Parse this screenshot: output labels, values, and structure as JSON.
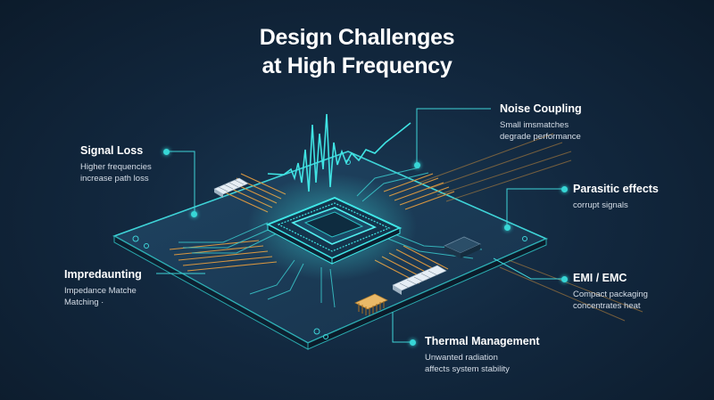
{
  "title": {
    "line1": "Design Challenges",
    "line2": "at High Frequency"
  },
  "callouts": {
    "signal_loss": {
      "heading": "Signal Loss",
      "desc1": "Higher frequencies",
      "desc2": "increase path loss"
    },
    "noise_coupling": {
      "heading": "Noise Coupling",
      "desc1": "Small imsmatches",
      "desc2": "degrade performance"
    },
    "parasitic": {
      "heading": "Parasitic effects",
      "desc1": "corrupt signals"
    },
    "impedance": {
      "heading": "Impredaunting",
      "desc1": "Impedance Matche",
      "desc2": "Matching ·"
    },
    "emi": {
      "heading": "EMI / EMC",
      "desc1": "Compact packaging",
      "desc2": "concentrates heat"
    },
    "thermal": {
      "heading": "Thermal Management",
      "desc1": "Unwanted radiation",
      "desc2": "affects system stability"
    }
  },
  "colors": {
    "accent": "#37d6d6",
    "board": "#1a3a54",
    "trace_orange": "#d89640",
    "background": "#0f2236"
  }
}
